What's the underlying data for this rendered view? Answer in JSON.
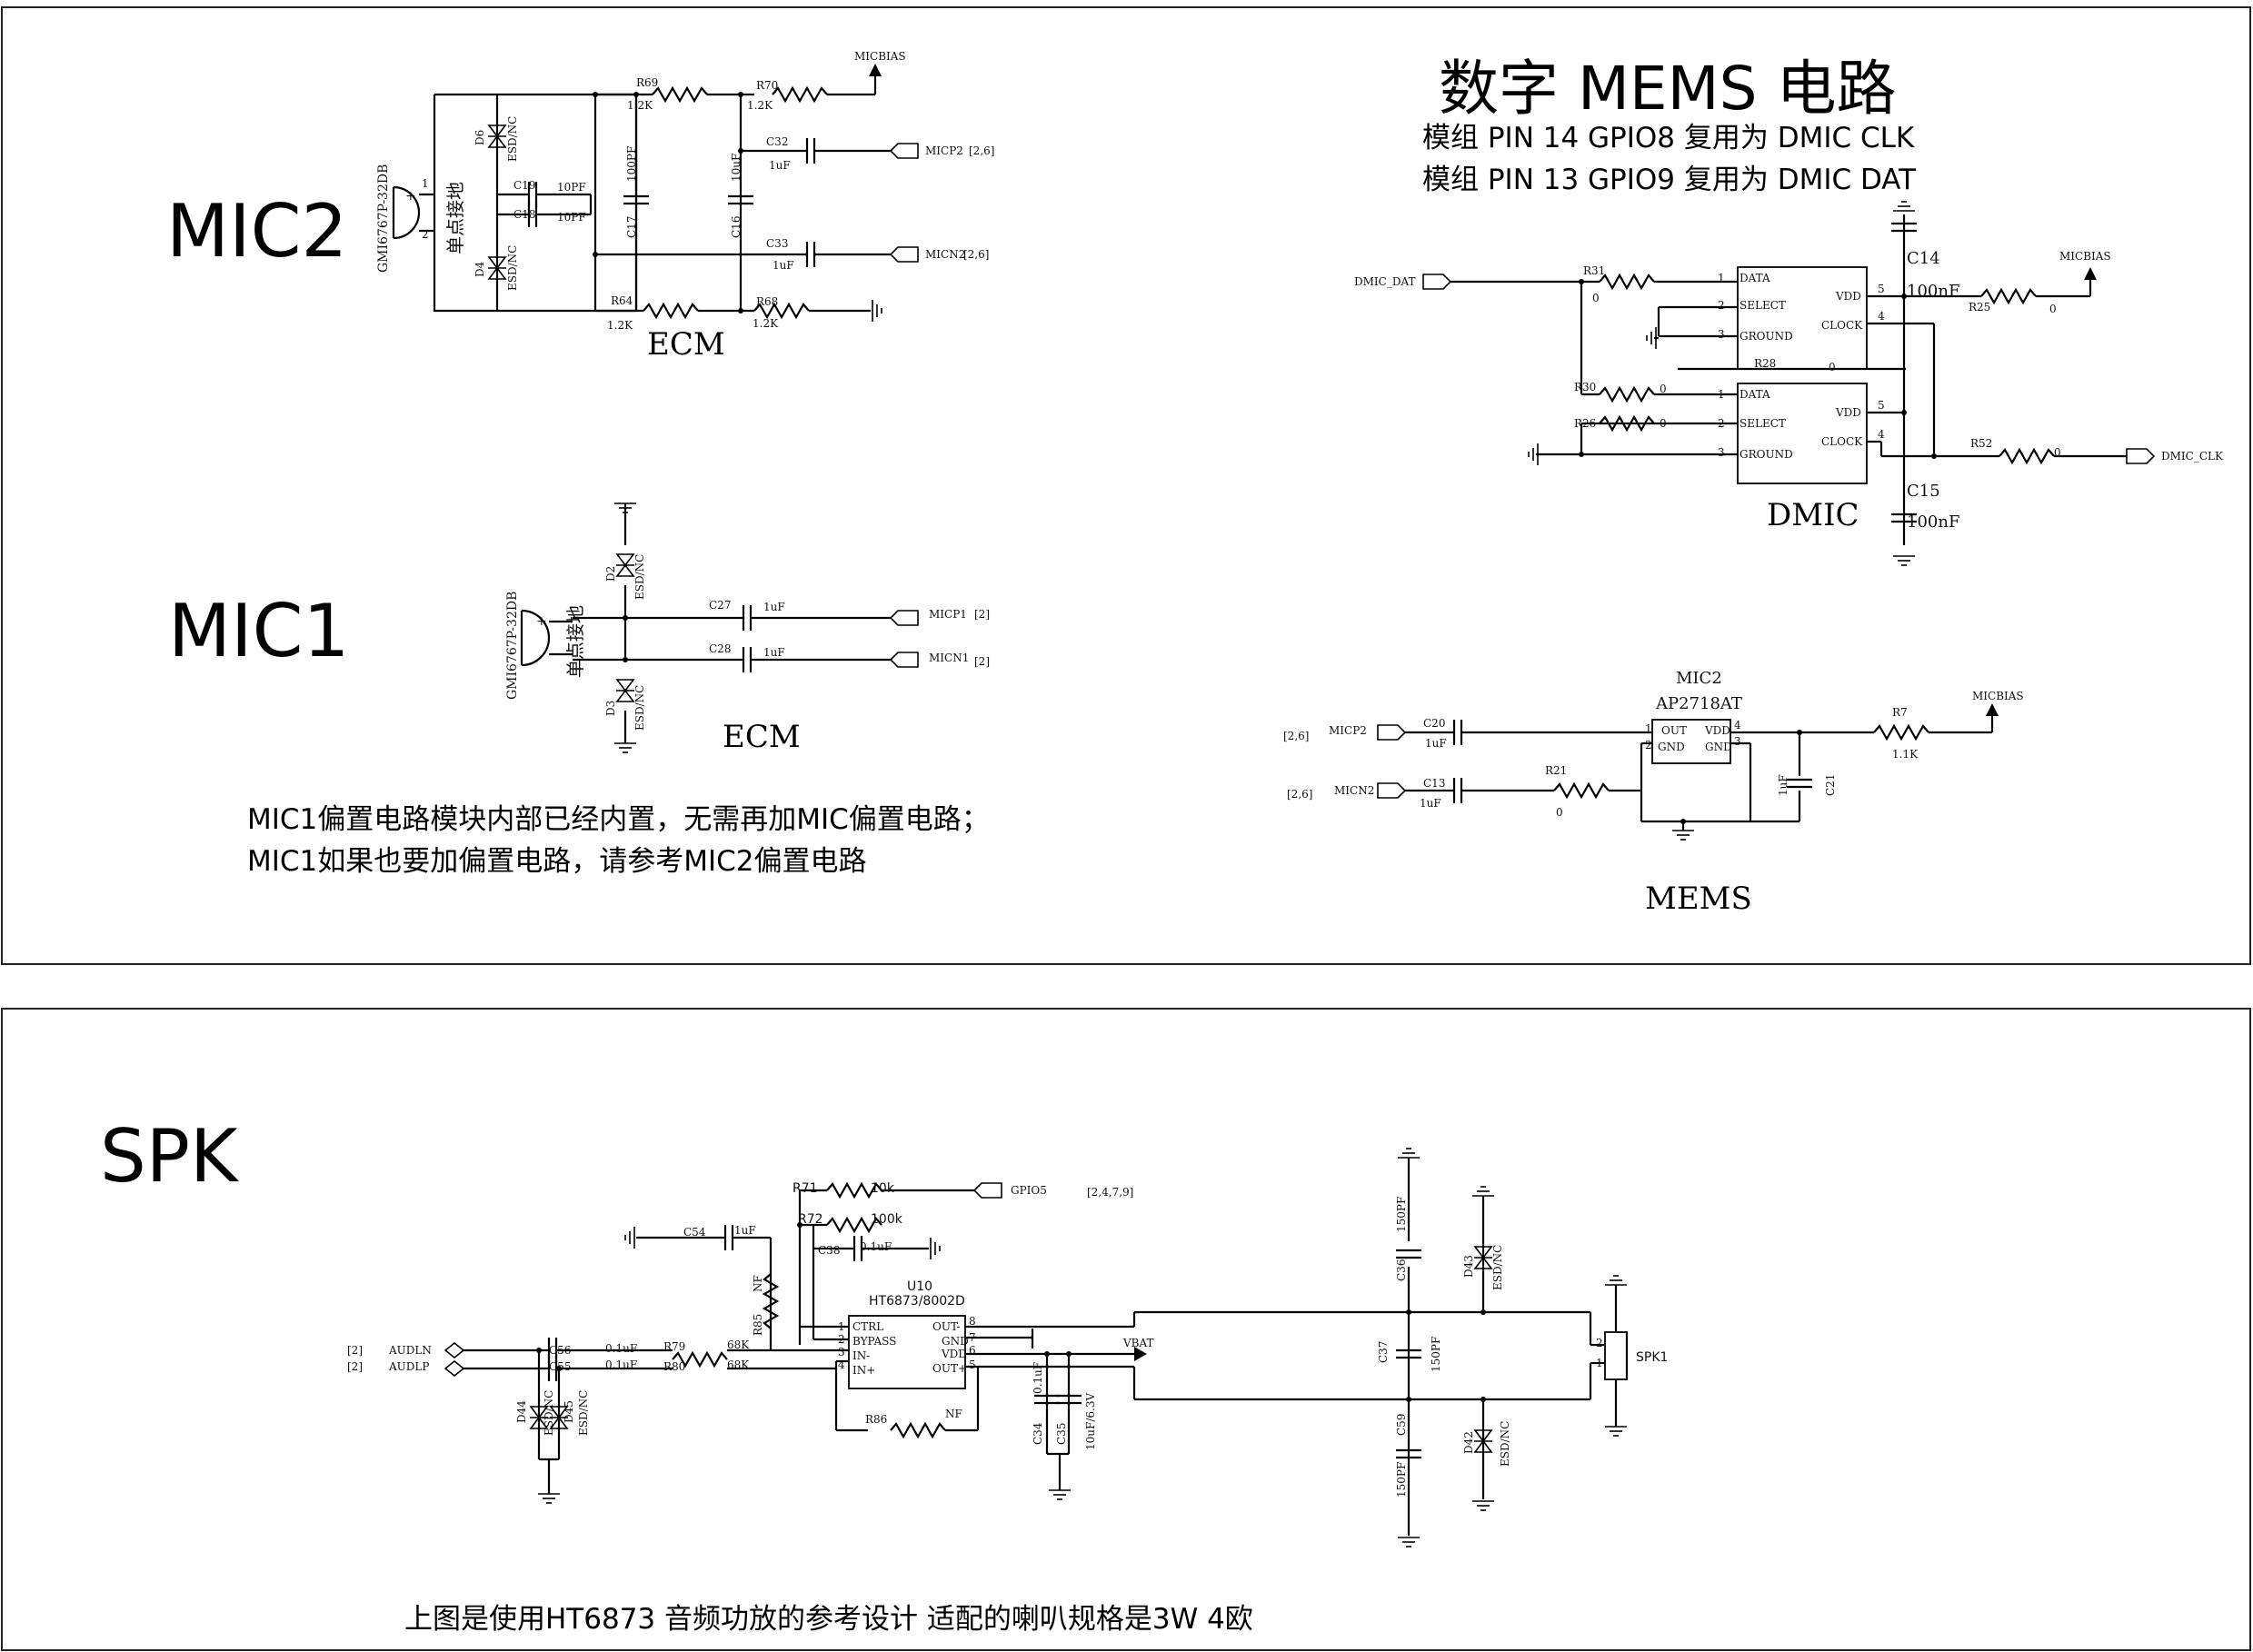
{
  "sections": {
    "mic2": "MIC2",
    "mic1": "MIC1",
    "spk": "SPK",
    "dmic_title": "数字 MEMS 电路",
    "dmic_line1": "模组 PIN 14 GPIO8 复用为 DMIC CLK",
    "dmic_line2": "模组 PIN 13 GPIO9 复用为 DMIC DAT"
  },
  "blocks": {
    "ecm": "ECM",
    "dmic": "DMIC",
    "mems": "MEMS"
  },
  "notes": {
    "mic1_line1": "MIC1偏置电路模块内部已经内置，无需再加MIC偏置电路；",
    "mic1_line2": "MIC1如果也要加偏置电路，请参考MIC2偏置电路",
    "spk_note": "上图是使用HT6873  音频功放的参考设计      适配的喇叭规格是3W 4欧"
  },
  "mic2_circuit": {
    "r69": "R69",
    "r69v": "1.2K",
    "r70": "R70",
    "r70v": "1.2K",
    "r64": "R64",
    "r64v": "1.2K",
    "r68": "R68",
    "r68v": "1.2K",
    "micbias": "MICBIAS",
    "c32": "C32",
    "c32v": "1uF",
    "c33": "C33",
    "c33v": "1uF",
    "c19": "C19",
    "c19v": "10PF",
    "c18": "C18",
    "c18v": "10PF",
    "c17": "C17",
    "c17v": "100PF",
    "c16": "C16",
    "c16v": "10uF",
    "d6": "D6",
    "d4": "D4",
    "esd": "ESD/NC",
    "micp2": "MICP2",
    "micp2ref": "[2,6]",
    "micn2": "MICN2",
    "micn2ref": "[2,6]",
    "mic_part": "GMI6767P-32DB",
    "pin1": "1",
    "pin2": "2",
    "gnd_note": "单点接地"
  },
  "mic1_circuit": {
    "d2": "D2",
    "d3": "D3",
    "esd": "ESD/NC",
    "c27": "C27",
    "c27v": "1uF",
    "c28": "C28",
    "c28v": "1uF",
    "micp1": "MICP1",
    "micp1ref": "[2]",
    "micn1": "MICN1",
    "micn1ref": "[2]",
    "mic_part": "GMI6767P-32DB",
    "gnd_note": "单点接地"
  },
  "dmic_circuit": {
    "dmic_dat": "DMIC_DAT",
    "dmic_clk": "DMIC_CLK",
    "micbias": "MICBIAS",
    "r31": "R31",
    "r31v": "0",
    "r30": "R30",
    "r30v": "0",
    "r26": "R26",
    "r26v": "0",
    "r28": "R28",
    "r28v": "0",
    "r25": "R25",
    "r25v": "0",
    "r52": "R52",
    "r52v": "0",
    "c14": "C14",
    "c14v": "100nF",
    "c15": "C15",
    "c15v": "100nF",
    "data": "DATA",
    "select": "SELECT",
    "ground": "GROUND",
    "vdd": "VDD",
    "clock": "CLOCK"
  },
  "mems_circuit": {
    "mic2": "MIC2",
    "part": "AP2718AT",
    "micp2": "MICP2",
    "micn2": "MICN2",
    "ref": "[2,6]",
    "c20": "C20",
    "c20v": "1uF",
    "c13": "C13",
    "c13v": "1uF",
    "r21": "R21",
    "r21v": "0",
    "r7": "R7",
    "r7v": "1.1K",
    "c21": "C21",
    "c21v": "1uF",
    "micbias": "MICBIAS",
    "out": "OUT",
    "gnd": "GND",
    "vdd": "VDD"
  },
  "spk_circuit": {
    "r71": "R71",
    "r71v": "10k",
    "r72": "R72",
    "r72v": "100k",
    "gpio": "GPIO5",
    "gpioref": "[2,4,7,9]",
    "c54": "C54",
    "c54v": "1uF",
    "c38": "C38",
    "c38v": "0.1uF",
    "u10": "U10",
    "u10part": "HT6873/8002D",
    "ctrl": "CTRL",
    "bypass": "BYPASS",
    "inm": "IN-",
    "inp": "IN+",
    "outm": "OUT-",
    "outp": "OUT+",
    "gndp": "GND",
    "vddp": "VDD",
    "r85": "R85",
    "nf": "NF",
    "r79": "R79",
    "r79v": "68K",
    "r80": "R80",
    "r80v": "68K",
    "c56": "C56",
    "c56v": "0.1uF",
    "c55": "C55",
    "c55v": "0.1uF",
    "audln": "AUDLN",
    "audlp": "AUDLP",
    "audref": "[2]",
    "d44": "D44",
    "d45": "D45",
    "d43": "D43",
    "d42": "D42",
    "esd": "ESD/NC",
    "r86": "R86",
    "r86v": "NF",
    "vbat": "VBAT",
    "c34": "C34",
    "c34v": "0.1uF",
    "c35": "C35",
    "c35v": "10uF/6.3V",
    "c36": "C36",
    "c36v": "150PF",
    "c37": "C37",
    "c37v": "150PF",
    "c59": "C59",
    "c59v": "150PF",
    "spk1": "SPK1"
  }
}
